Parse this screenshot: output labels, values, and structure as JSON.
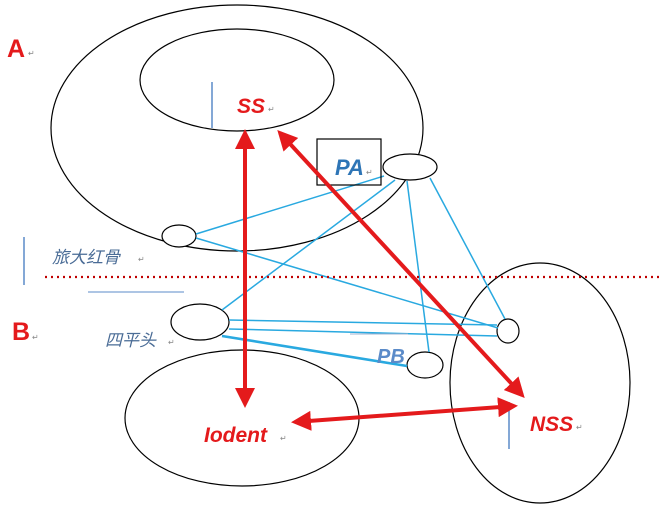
{
  "colors": {
    "red": "#e41a1c",
    "blue_text": "#2e75b6",
    "blue_pb": "#5b8bc9",
    "blue_link": "#29a9e0",
    "cjk_text": "#4a6c96",
    "divider": "#c00000",
    "outline": "#000000"
  },
  "regions": {
    "a": "A",
    "b": "B"
  },
  "nodes": {
    "ss": "SS",
    "pa": "PA",
    "pb": "PB",
    "nss": "NSS",
    "iodent": "Iodent"
  },
  "cjk_labels": {
    "upper": "旅大红骨",
    "lower": "四平头"
  },
  "edit_mark": "↵"
}
